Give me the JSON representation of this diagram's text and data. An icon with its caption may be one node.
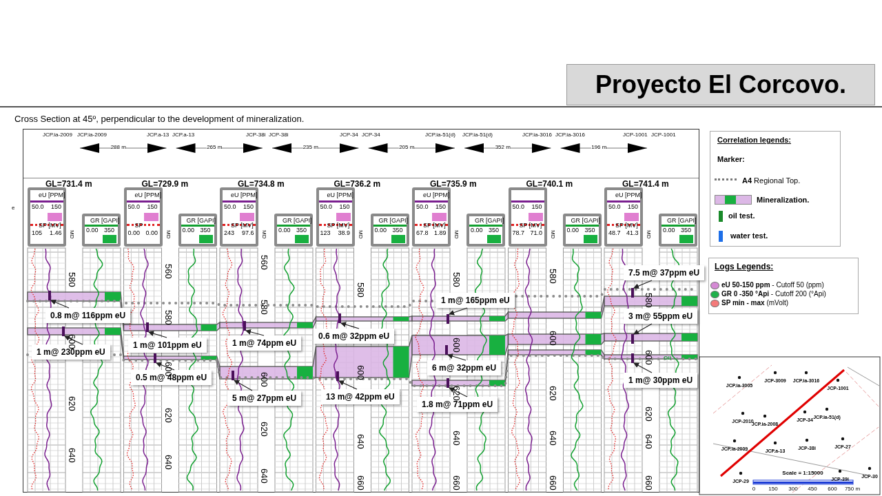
{
  "diagram": {
    "title": "Proyecto El Corcovo.",
    "caption": "Cross Section at 45º, perpendicular to the development of mineralization.",
    "nodes": [
      {
        "text": [
          "eU [PPM]",
          "50.0",
          "150",
          "SP [MV]",
          "105",
          "1.46"
        ]
      },
      {
        "text": [
          "GR [GAPI]",
          "0.00",
          "350"
        ]
      },
      {
        "text": [
          "eU [PPM]",
          "50.0",
          "150",
          "SP",
          "0.00",
          "0.00"
        ]
      },
      {
        "text": [
          "GR [GAPI]",
          "0.00",
          "350"
        ]
      },
      {
        "text": [
          "eU [PPM]",
          "50.0",
          "150",
          "SP [MV]",
          "243",
          "97.6"
        ]
      },
      {
        "text": [
          "GR [GAPI]",
          "0.00",
          "350"
        ]
      },
      {
        "text": [
          "eU [PPM]",
          "50.0",
          "150",
          "SP [MV]",
          "123",
          "38.9"
        ]
      },
      {
        "text": [
          "GR [GAPI]",
          "0.00",
          "350"
        ]
      },
      {
        "text": [
          "eU [PPM]",
          "50.0",
          "150",
          "SP [MV]",
          "67.8",
          "1.89"
        ]
      },
      {
        "text": [
          "GR [GAPI]",
          "0.00",
          "350"
        ]
      },
      {
        "text": [
          "50.0",
          "150",
          "SP [MV]",
          "78.7",
          "71.0"
        ]
      },
      {
        "text": [
          "GR [GAPI]",
          "0.00",
          "350"
        ]
      },
      {
        "text": [
          "eU [PPM]",
          "50.0",
          "150",
          "SP [MV]",
          "48.7",
          "41.3"
        ]
      },
      {
        "text": [
          "GR [GAPI]",
          "0.00",
          "350"
        ]
      },
      {
        "text": [
          "0.8 m@ 116ppm eU"
        ]
      },
      {
        "text": [
          "1 m@ 230ppm eU"
        ]
      },
      {
        "text": [
          "1 m@ 101ppm eU"
        ]
      },
      {
        "text": [
          "0.5 m@ 48ppm eU"
        ]
      },
      {
        "text": [
          "1 m@ 74ppm eU"
        ]
      },
      {
        "text": [
          "5 m@ 27ppm eU"
        ]
      },
      {
        "text": [
          "0.6 m@ 32ppm eU"
        ]
      },
      {
        "text": [
          "13 m@ 42ppm eU"
        ]
      },
      {
        "text": [
          "1 m@ 165ppm eU"
        ]
      },
      {
        "text": [
          "6 m@ 32ppm eU"
        ]
      },
      {
        "text": [
          "1.8 m@ 71ppm eU"
        ]
      },
      {
        "text": [
          "7.5 m@ 37ppm eU"
        ]
      },
      {
        "text": [
          "3 m@ 55ppm eU"
        ]
      },
      {
        "text": [
          "1 m@ 30ppm eU"
        ]
      },
      {
        "text": [],
        "shape": "bar"
      },
      {
        "text": [],
        "shape": "bar"
      },
      {
        "text": [],
        "shape": "bar"
      },
      {
        "text": [],
        "shape": "bar"
      },
      {
        "text": [],
        "shape": "bar"
      },
      {
        "text": [],
        "shape": "bar"
      },
      {
        "text": [],
        "shape": "bar"
      },
      {
        "text": [],
        "shape": "bar"
      },
      {
        "text": [],
        "shape": "bar"
      },
      {
        "text": [],
        "shape": "bar"
      },
      {
        "text": [],
        "shape": "bar"
      },
      {
        "text": [],
        "shape": "bar"
      },
      {
        "text": [],
        "shape": "bar"
      },
      {
        "text": [],
        "shape": "bar"
      }
    ],
    "edges": [
      {
        "from": 14,
        "to": 28,
        "arrow": "to"
      },
      {
        "from": 15,
        "to": 29,
        "arrow": "to"
      },
      {
        "from": 16,
        "to": 30,
        "arrow": "to"
      },
      {
        "from": 17,
        "to": 31,
        "arrow": "to"
      },
      {
        "from": 18,
        "to": 32,
        "arrow": "to"
      },
      {
        "from": 19,
        "to": 33,
        "arrow": "to"
      },
      {
        "from": 20,
        "to": 34,
        "arrow": "to"
      },
      {
        "from": 21,
        "to": 35,
        "arrow": "to"
      },
      {
        "from": 22,
        "to": 36,
        "arrow": "to"
      },
      {
        "from": 23,
        "to": 37,
        "arrow": "to"
      },
      {
        "from": 24,
        "to": 38,
        "arrow": "to"
      },
      {
        "from": 25,
        "to": 39,
        "arrow": "to"
      },
      {
        "from": 26,
        "to": 40,
        "arrow": "to"
      },
      {
        "from": 27,
        "to": 41,
        "arrow": "to"
      }
    ],
    "labels": [
      "e",
      "JCP.ia-2009",
      "JCP.ia-2009",
      "JCP.a-13",
      "JCP.a-13",
      "JCP-38i",
      "JCP-38i",
      "JCP-34",
      "JCP-34",
      "JCP.ia-51(d)",
      "JCP.ia-51(d)",
      "JCP.ia-3016",
      "JCP.ia-3016",
      "JCP-1001",
      "JCP-1001",
      "288 m",
      "265 m",
      "235 m",
      "205 m",
      "352 m",
      "196 m",
      "GL=731.4 m",
      "GL=729.9 m",
      "GL=734.8 m",
      "GL=736.2 m",
      "GL=735.9 m",
      "GL=740.1 m",
      "GL=741.4 m",
      "MD",
      "MD",
      "MD",
      "MD",
      "MD",
      "MD",
      "MD",
      "580",
      "600",
      "620",
      "640",
      "560",
      "580",
      "600",
      "620",
      "640",
      "560",
      "580",
      "600",
      "620",
      "640",
      "580",
      "600",
      "640",
      "660",
      "580",
      "600",
      "620",
      "640",
      "660",
      "580",
      "600",
      "620",
      "640",
      "660",
      "580",
      "600",
      "620",
      "640",
      "660",
      "Oil",
      "Correlation legends:",
      "Marker:",
      "Logs Legends:",
      "JCP.ia-3005",
      "JCP-3009",
      "JCP.ia-3016",
      "JCP-1001",
      "JCP-2010",
      "JCP.ia-2008",
      "JCP-34",
      "JCP.ia-51(d)",
      "JCP.ia-2009",
      "JCP.a-13",
      "JCP-38i",
      "JCP-27",
      "JCP-29",
      "JCP-39i",
      "JCP-30",
      "Scale = 1:15000",
      "0",
      "150",
      "300",
      "450",
      "600",
      "750 m"
    ],
    "legend": [
      {
        "text": "**A4** Regional Top."
      },
      {
        "text": "Mineralization."
      },
      {
        "text": "oil test.",
        "color": "#1a8a2a"
      },
      {
        "text": "water test.",
        "color": "#1e6fe8"
      },
      {
        "text": "**eU 50-150 ppm** - Cutoff 50 (ppm)",
        "color": "#d58ad5"
      },
      {
        "text": "**GR 0 -350 °Api** - Cutoff 200 (°Api)",
        "color": "#1fb04a"
      },
      {
        "text": "**SP min - max**  (mVolt)",
        "color": "#f47a7a"
      }
    ]
  }
}
